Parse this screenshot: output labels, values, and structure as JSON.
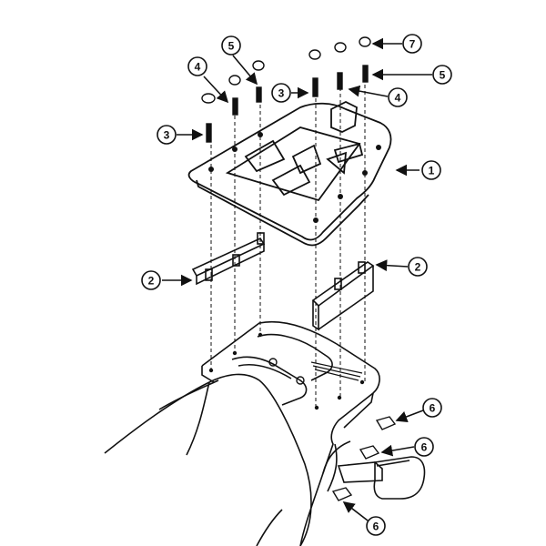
{
  "diagram": {
    "callouts": [
      {
        "id": "c1",
        "label": "1",
        "part": "rack plate"
      },
      {
        "id": "c2a",
        "label": "2",
        "part": "spacer bracket left"
      },
      {
        "id": "c2b",
        "label": "2",
        "part": "spacer bracket right"
      },
      {
        "id": "c3a",
        "label": "3",
        "part": "bolt"
      },
      {
        "id": "c3b",
        "label": "3",
        "part": "bolt"
      },
      {
        "id": "c4a",
        "label": "4",
        "part": "washer"
      },
      {
        "id": "c4b",
        "label": "4",
        "part": "washer"
      },
      {
        "id": "c5a",
        "label": "5",
        "part": "spacer"
      },
      {
        "id": "c5b",
        "label": "5",
        "part": "spacer"
      },
      {
        "id": "c6a",
        "label": "6",
        "part": "clip nut"
      },
      {
        "id": "c6b",
        "label": "6",
        "part": "clip nut"
      },
      {
        "id": "c6c",
        "label": "6",
        "part": "clip nut"
      },
      {
        "id": "c7",
        "label": "7",
        "part": "cap"
      }
    ],
    "colors": {
      "line": "#111111",
      "paper": "#ffffff"
    }
  }
}
